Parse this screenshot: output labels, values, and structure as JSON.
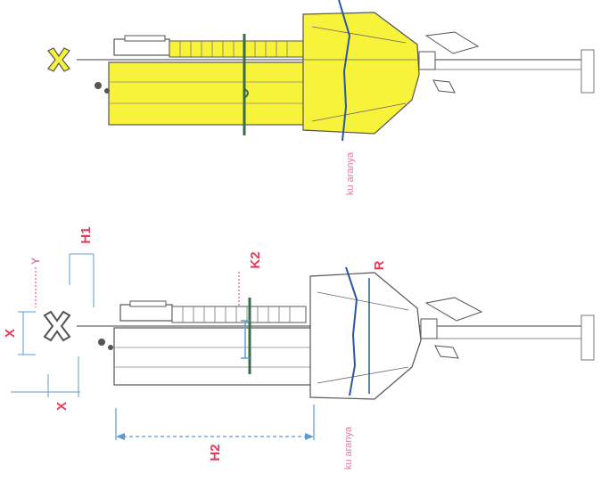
{
  "labels": {
    "x_upper_marker": "X",
    "x_vertical_dim": "X",
    "x_horizontal_dim": "X",
    "y_dim": "Y",
    "h1_dim": "H1",
    "h2_dim": "H2",
    "k2_dim": "K2",
    "r_dim": "R",
    "annotation_upper": "ku aranya",
    "annotation_lower": "ku aranya"
  },
  "colors": {
    "body_yellow": "#f7f23a",
    "outline": "#555555",
    "section_line": "#2b55a8",
    "dim_blue": "#5b9bd5",
    "dim_red": "#e8385a",
    "annotation_pink": "#e87a9a"
  },
  "icons": {
    "marker_upper": "x-marker-yellow",
    "marker_lower": "x-marker-outline"
  }
}
